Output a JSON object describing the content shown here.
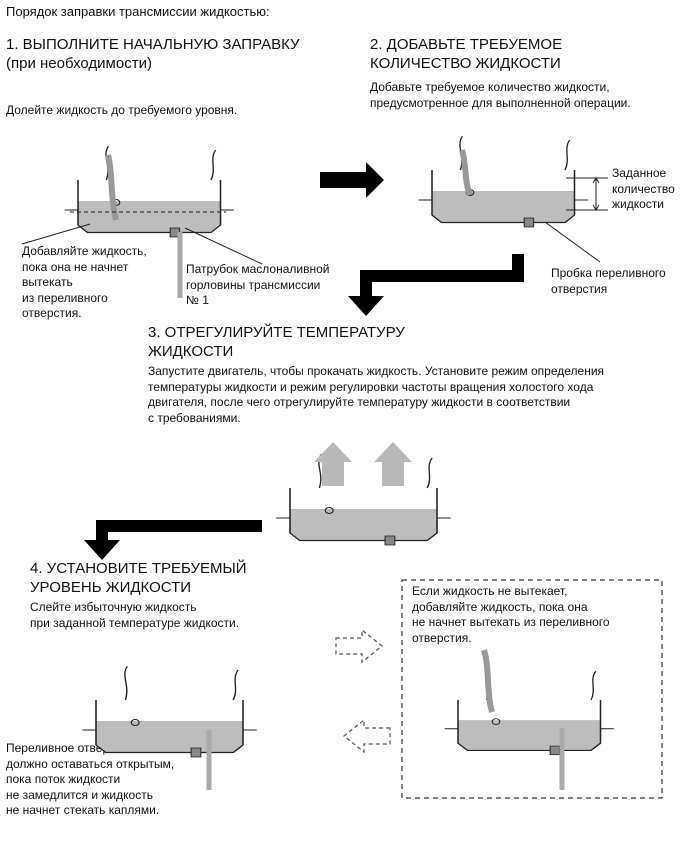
{
  "title": "Порядок заправки трансмиссии жидкостью:",
  "step1": {
    "heading": "1. ВЫПОЛНИТЕ НАЧАЛЬНУЮ ЗАПРАВКУ\n(при необходимости)",
    "description": "Долейте жидкость до требуемого уровня.",
    "note_add": "Добавляйте жидкость,\nпока она не начнет\nвытекать\nиз переливного\nотверстия.",
    "label_filler": "Патрубок маслоналивной\nгорловины трансмиссии\n№ 1"
  },
  "step2": {
    "heading": "2. ДОБАВЬТЕ ТРЕБУЕМОЕ\nКОЛИЧЕСТВО ЖИДКОСТИ",
    "description": "Добавьте требуемое количество жидкости,\nпредусмотренное для выполненной операции.",
    "label_amount": "Заданное\nколичество\nжидкости",
    "label_plug": "Пробка переливного\nотверстия"
  },
  "step3": {
    "heading": "3. ОТРЕГУЛИРУЙТЕ ТЕМПЕРАТУРУ\nЖИДКОСТИ",
    "description": "Запустите двигатель, чтобы прокачать жидкость. Установите режим определения\nтемпературы жидкости и режим регулировки частоты вращения холостого хода\nдвигателя, после чего отрегулируйте температуру жидкости в соответствии\nс требованиями."
  },
  "step4": {
    "heading": "4. УСТАНОВИТЕ ТРЕБУЕМЫЙ\nУРОВЕНЬ ЖИДКОСТИ",
    "description": "Слейте избыточную жидкость\nпри заданной температуре жидкости.",
    "note_overflow": "Переливное отверстие\nдолжно оставаться открытым,\nпока поток жидкости\nне замедлится и жидкость\nне начнет стекать каплями.",
    "note_box": "Если жидкость не вытекает,\nдобавляйте жидкость, пока она\nне начнет вытекать из переливного\nотверстия."
  },
  "colors": {
    "fluid": "#bdbdbd",
    "line": "#222222",
    "arrow": "#000000",
    "heat_arrow": "#b8b8b8"
  },
  "icons": [
    "flow-arrow-right",
    "flow-arrow-down",
    "heat-up-arrow",
    "dashed-arrow-right",
    "dashed-arrow-left"
  ]
}
